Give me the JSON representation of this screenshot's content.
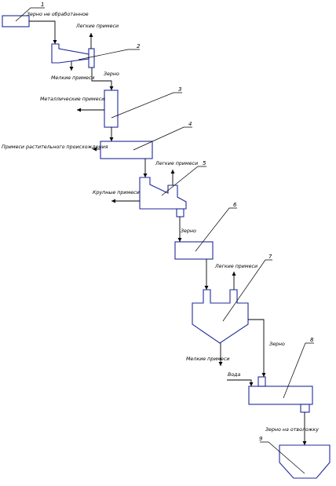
{
  "diagram": {
    "labels": {
      "grain_untreated": "Зерно не обработанное",
      "light_impurities_1": "Легкие примеси",
      "fine_impurities_1": "Мелкие примеси",
      "grain_1": "Зерно",
      "metal_impurities": "Металлические примеси",
      "plant_impurities": "Примеси растительного происхождения",
      "light_impurities_2": "Легкие примеси",
      "coarse_impurities": "Крупные примеси",
      "grain_2": "Зерно",
      "light_impurities_3": "Легкие примеси",
      "grain_3": "Зерно",
      "fine_impurities_2": "Мелкие примеси",
      "water": "Вода",
      "grain_to_tempering": "Зерно на отволожку"
    },
    "numbers": {
      "n1": "1",
      "n2": "2",
      "n3": "3",
      "n4": "4",
      "n5": "5",
      "n6": "6",
      "n7": "7",
      "n8": "8",
      "n9": "9"
    }
  }
}
